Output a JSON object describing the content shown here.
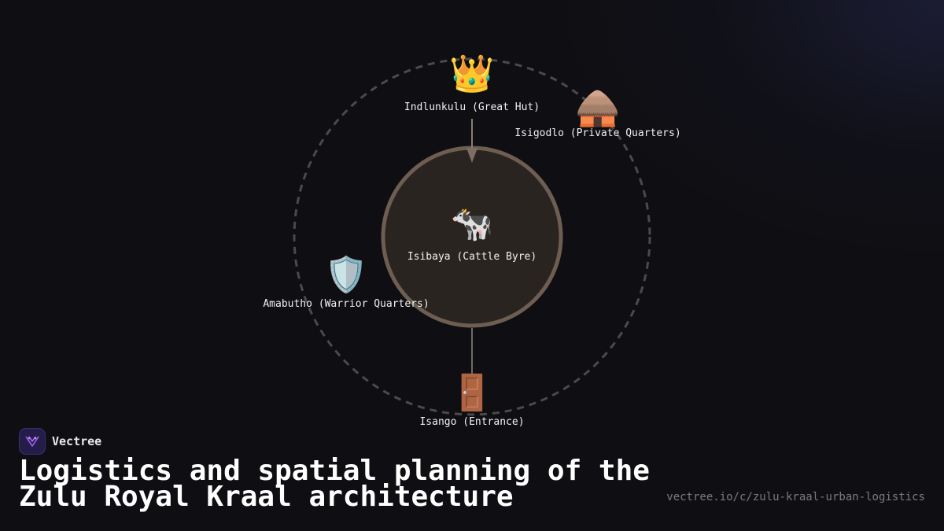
{
  "diagram": {
    "center": {
      "emoji": "🐄",
      "label": "Isibaya (Cattle Byre)"
    },
    "nodes": [
      {
        "id": "indlunkulu",
        "emoji": "👑",
        "label": "Indlunkulu (Great Hut)"
      },
      {
        "id": "isigodlo",
        "emoji": "🛖",
        "label": "Isigodlo (Private Quarters)"
      },
      {
        "id": "amabutho",
        "emoji": "🛡️",
        "label": "Amabutho (Warrior Quarters)"
      },
      {
        "id": "isango",
        "emoji": "🚪",
        "label": "Isango (Entrance)"
      }
    ]
  },
  "brand": {
    "name": "Vectree"
  },
  "footer": {
    "title": "Logistics and spatial planning of the Zulu Royal Kraal architecture",
    "url": "vectree.io/c/zulu-kraal-urban-logistics"
  },
  "colors": {
    "background": "#0f0f13",
    "byre_fill": "#2a2421",
    "byre_ring": "#6e5e52",
    "dashed_ring": "#4a4a4a",
    "connector": "#7a6e66",
    "brand_accent": "#9b5cf6"
  }
}
